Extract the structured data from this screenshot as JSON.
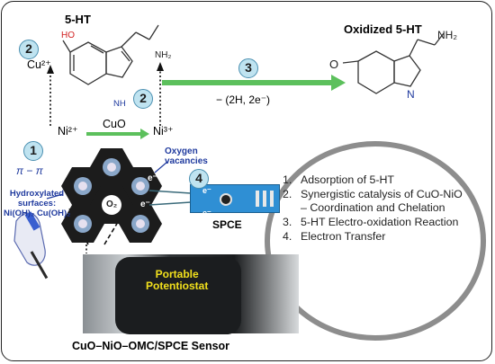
{
  "molecule_left": {
    "title": "5-HT",
    "ho_label": "HO",
    "nh2_label": "NH₂",
    "nh_label": "NH",
    "cu_label": "Cu²⁺"
  },
  "molecule_right": {
    "title": "Oxidized 5-HT",
    "nh2_label": "NH₂",
    "o_label": "O",
    "n_label": "N"
  },
  "reaction": {
    "label": "− (2H, 2e⁻)"
  },
  "metal": {
    "ni2": "Ni²⁺",
    "ni3": "Ni³⁺",
    "cuo": "CuO"
  },
  "badges": [
    "1",
    "2",
    "2",
    "3",
    "4"
  ],
  "pi_label": "π − π",
  "oxygen_vacancies": "Oxygen vacancies",
  "o2_label": "O₂",
  "electron_labels": [
    "e⁻",
    "e⁻",
    "e⁻",
    "e⁻"
  ],
  "hydroxylated": {
    "line1": "Hydroxylated",
    "line2": "surfaces:",
    "line3": "Ni(OH)₂ Cu(OH)₂"
  },
  "spce_label": "SPCE",
  "potentiostat": {
    "line1": "Portable",
    "line2": "Potentiostat"
  },
  "sensor_caption": "CuO–NiO–OMC/SPCE Sensor",
  "steps": [
    {
      "num": "1.",
      "text": "Adsorption of 5-HT"
    },
    {
      "num": "2.",
      "text": "Synergistic catalysis of CuO-NiO – Coordination and Chelation"
    },
    {
      "num": "3.",
      "text": "5-HT Electro-oxidation Reaction"
    },
    {
      "num": "4.",
      "text": "Electron Transfer"
    }
  ],
  "colors": {
    "arrow_green": "#5cc05c",
    "badge_fill": "#bfe3f0",
    "blue_text": "#1f3a9e",
    "red_text": "#d12020",
    "spce_blue": "#2f8fd4",
    "hex_dark": "#1c1c1c",
    "ellipse_gray": "#8d8d8d"
  }
}
